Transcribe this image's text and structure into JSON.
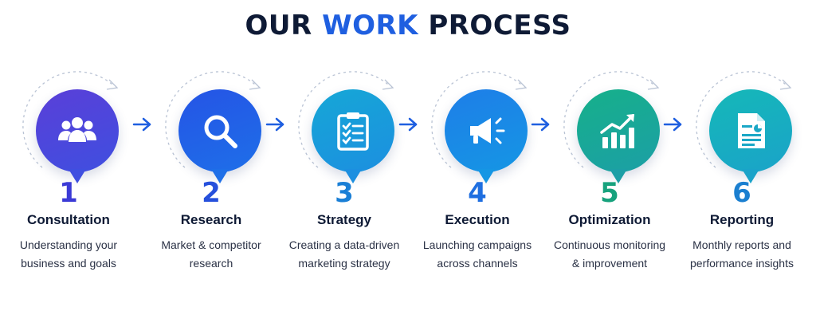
{
  "title": {
    "main": "OUR ",
    "accent": "WORK",
    "rest": " PROCESS"
  },
  "steps": [
    {
      "number": "1",
      "name": "Consultation",
      "desc": "Understanding your business and goals",
      "icon": "team-icon",
      "color": "#5a3fd8",
      "color2": "#3f4fe0",
      "num_color": "#3b3ad6"
    },
    {
      "number": "2",
      "name": "Research",
      "desc": "Market & competitor research",
      "icon": "magnifier-icon",
      "color": "#2554e6",
      "color2": "#1e6fe8",
      "num_color": "#2650dc"
    },
    {
      "number": "3",
      "name": "Strategy",
      "desc": "Creating a data-driven marketing strategy",
      "icon": "clipboard-checklist-icon",
      "color": "#16a7d6",
      "color2": "#1c8fe0",
      "num_color": "#1a7fd6"
    },
    {
      "number": "4",
      "name": "Execution",
      "desc": "Launching campaigns across channels",
      "icon": "megaphone-icon",
      "color": "#1e7ee8",
      "color2": "#1596e4",
      "num_color": "#1f6fe0"
    },
    {
      "number": "5",
      "name": "Optimization",
      "desc": "Continuous monitoring & improvement",
      "icon": "growth-chart-icon",
      "color": "#16b08a",
      "color2": "#1c9fa6",
      "num_color": "#17a27d"
    },
    {
      "number": "6",
      "name": "Reporting",
      "desc": "Monthly reports and performance insights",
      "icon": "report-document-icon",
      "color": "#15b8b8",
      "color2": "#1aa3c9",
      "num_color": "#1b7fd0"
    }
  ]
}
